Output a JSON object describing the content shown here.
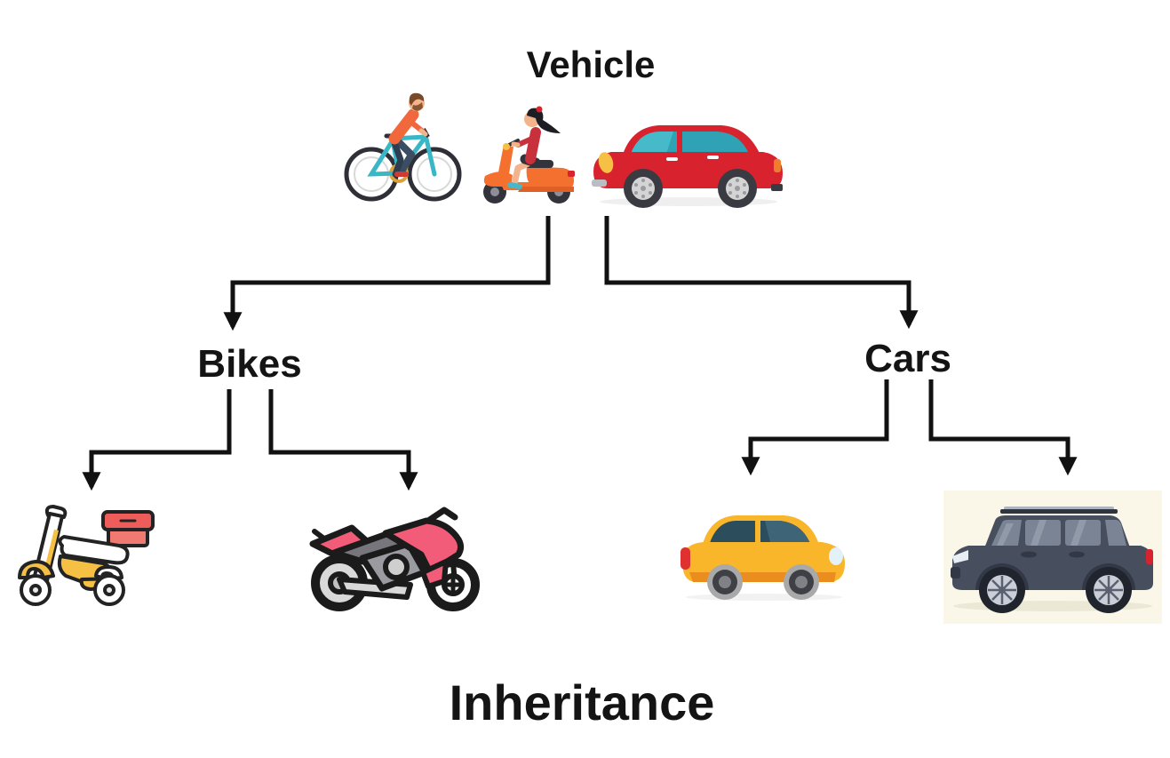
{
  "tree": {
    "root": {
      "label": "Vehicle",
      "icons": [
        "bicycle-rider-icon",
        "scooter-rider-icon",
        "red-car-icon"
      ]
    },
    "branches": [
      {
        "label": "Bikes",
        "children": [
          {
            "icon": "delivery-scooter-icon"
          },
          {
            "icon": "sport-motorcycle-icon"
          }
        ]
      },
      {
        "label": "Cars",
        "children": [
          {
            "icon": "yellow-city-car-icon"
          },
          {
            "icon": "dark-suv-icon"
          }
        ]
      }
    ]
  },
  "caption": "Inheritance",
  "colors": {
    "background": "#ffffff",
    "text": "#141414",
    "arrow": "#111111",
    "bicycle_frame_teal": "#3ab7c6",
    "bicycle_rider_shirt_orange": "#f0683c",
    "scooter_body_orange": "#f4702e",
    "scooter_rider_top_red": "#c8303c",
    "red_car_body": "#d8232f",
    "car_window_teal": "#2fa3b5",
    "delivery_scooter_yellow": "#f6c044",
    "delivery_box_red": "#ef5d5a",
    "motorcycle_pink": "#f25c78",
    "motorcycle_gray": "#8e8e94",
    "city_car_yellow": "#f9b62b",
    "city_car_skirt_orange": "#ea8d1e",
    "suv_body_dark": "#474e5d",
    "suv_background_cream": "#faf7e9"
  }
}
